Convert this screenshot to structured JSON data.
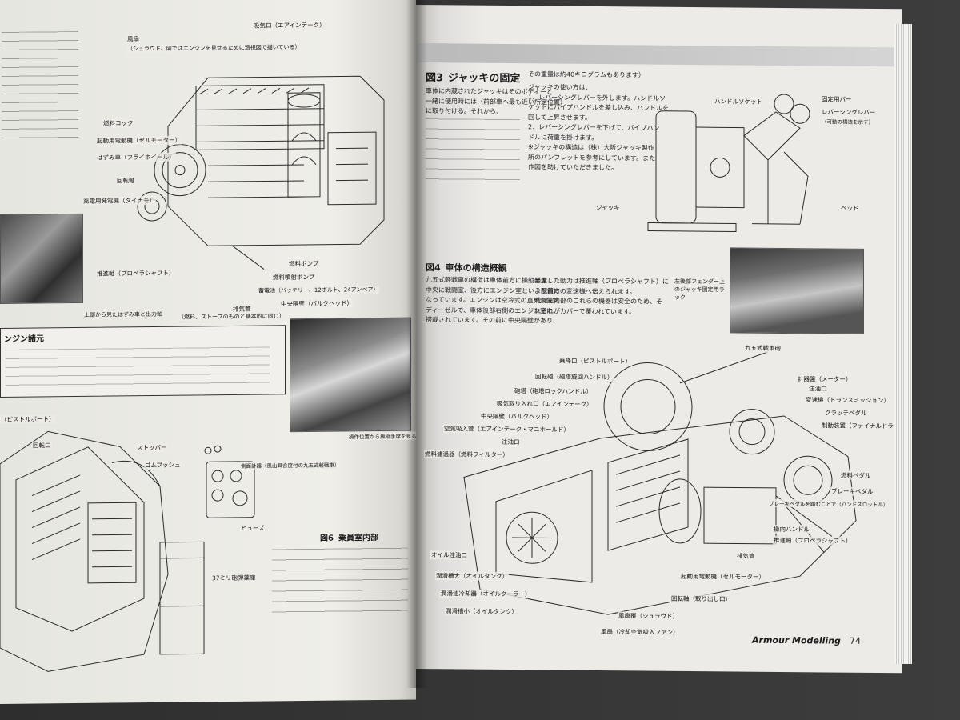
{
  "left_page": {
    "fig1_callouts": [
      "吸気口（エアインテーク）",
      "風扇",
      "（シュラウド、図ではエンジンを見せるために透視図で描いている）",
      "燃料コック",
      "起動用電動機（セルモーター）",
      "はずみ車（フライホイール）",
      "回転軸",
      "充電用発電機（ダイナモ）",
      "推進軸（プロペラシャフト）",
      "燃料ポンプ",
      "燃料噴射ポンプ",
      "蓄電池（バッテリー、12ボルト、24アンペア）",
      "中央隔壁（バルクヘッド）",
      "排気管",
      "上部から見たはずみ車と出力軸",
      "（燃料、ストーブのものと基本的に同じ）"
    ],
    "spec_box_title": "ンジン諸元",
    "fig_bottom_callouts": [
      "（ピストルポート）",
      "回転口",
      "ストッパー",
      "ゴムブッシュ",
      "ヒューズ",
      "37ミリ砲弾薬庫",
      "側面計器（風山具合度付の九五式軽戦車）"
    ],
    "photo_caption": "操作位置から操縦手席を見る",
    "fig6_label": "図6",
    "fig6_title": "乗員室内部"
  },
  "right_page": {
    "sec3_num": "図3",
    "sec3_title": "ジャッキの固定",
    "sec3_text_lines": [
      "車体に内蔵されたジャッキはそのボディーと",
      "一緒に使用時には（前部車へ最も近い所定位置）",
      "に取り付ける。それから、",
      "ジャッキの使い方は、",
      "1．レバーシングレバーを外します。ハンドルソ",
      "ケットにパイプハンドルを差し込み、ハンドルを",
      "回して上昇させます。",
      "2．レバーシングレバーを下げて、パイプハン",
      "ドルに荷重を掛けます。",
      "※ジャッキの構造は（株）大阪ジャッキ製作",
      "所のパンフレットを参考にしています。また",
      "作図を助けていただきました。"
    ],
    "sec3_fig_callouts": [
      "ハンドルソケット",
      "固定用バー",
      "レバーシングレバー",
      "（可動の構造を示す）",
      "ベッド",
      "ジャッキ"
    ],
    "jack_note": "その重量は約40キログラムもあります）",
    "photo_caption": "左後部フェンダー上のジャッキ固定用ラック",
    "sec4_num": "図4",
    "sec4_title": "車体の構造概観",
    "sec4_text_lines": [
      "九五式軽戦車の構造は車体前方に操縦手席、",
      "中央に戦闘室、後方にエンジン室という配置に",
      "なっています。エンジンは空冷式の直列六気筒",
      "ディーゼルで、車体後部右側のエンジン室に",
      "搭載されています。その前に中央隔壁があり、",
      "発生した動力は推進軸（プロペラシャフト）に",
      "より前方の変速機へ伝えられます。",
      "戦闘室内部のこれらの機器は安全のため、そ",
      "れぞれがカバーで覆われています。"
    ],
    "sec4_fig_callouts": [
      "九五式戦車砲",
      "乗降口（ピストルポート）",
      "回転砲（砲塔旋回ハンドル）",
      "砲塔（砲塔ロックハンドル）",
      "吸気取り入れ口（エアインテーク）",
      "中央隔壁（バルクヘッド）",
      "空気吸入管（エアインテーク・マニホールド）",
      "注油口",
      "燃料濾過器（燃料フィルター）",
      "オイル注油口",
      "潤滑槽大（オイルタンク）",
      "潤滑油冷却器（オイルクーラー）",
      "潤滑槽小（オイルタンク）",
      "風扇（冷却空気吸入ファン）",
      "風扇覆（シュラウド）",
      "起動用電動機（セルモーター）",
      "回転軸（取り出し口）",
      "推進軸（プロペラシャフト）",
      "操向ハンドル",
      "燃料ペダル",
      "ブレーキペダル",
      "ブレーキペダルを踏むことで（ハンドスロットル）",
      "制動装置（ファイナルドライブ）",
      "変速機（トランスミッション）",
      "クラッチペダル",
      "計器盤（メーター）",
      "注油口",
      "排気管"
    ],
    "footer_title": "Armour Modelling",
    "page_number": "74"
  }
}
